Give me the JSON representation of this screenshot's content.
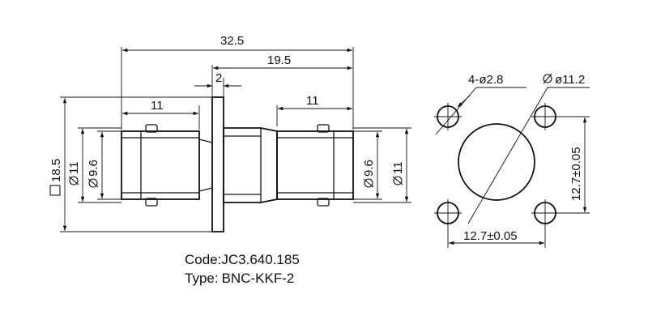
{
  "dimensions": {
    "overall_length": "32.5",
    "plug_to_end": "19.5",
    "flange_thickness": "2",
    "left_plug_length": "11",
    "right_plug_length": "11",
    "flange_square": "18.5",
    "left_outer_dia": "11",
    "left_inner_dia": "9.6",
    "right_inner_dia": "9.6",
    "right_outer_dia": "11",
    "mounting_holes": "4-ø2.8",
    "center_hole": "ø11.2",
    "vertical_spacing": "12.7±0.05",
    "horizontal_spacing": "12.7±0.05"
  },
  "product": {
    "code_label": "Code:",
    "code_value": "JC3.640.185",
    "type_label": "Type:",
    "type_value": "BNC-KKF-2"
  },
  "colors": {
    "line": "#111111",
    "background": "#ffffff"
  }
}
